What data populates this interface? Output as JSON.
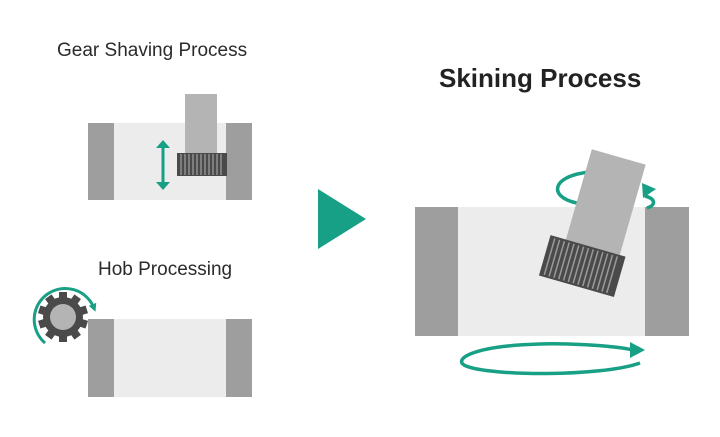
{
  "colors": {
    "accent": "#17a085",
    "block_dark": "#9e9e9e",
    "block_light": "#ececec",
    "tool_gray": "#b4b4b4",
    "gear_dark": "#4a4a4a"
  },
  "labels": {
    "gear_shaving": "Gear Shaving Process",
    "hob": "Hob Processing",
    "skiving": "Skining Process"
  }
}
